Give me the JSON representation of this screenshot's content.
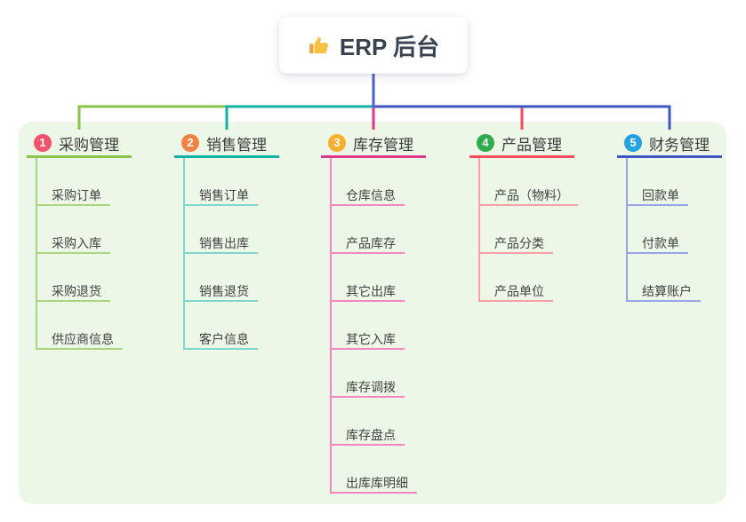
{
  "colors": {
    "page_bg": "#ffffff",
    "panel_bg": "#ecf7e8",
    "root_line": "#4d5ecd",
    "root_text": "#39424f",
    "node_text": "#424242",
    "thumb_main": "#f7c244",
    "thumb_cuff": "#e8a33d"
  },
  "root": {
    "icon": "thumbs-up-icon",
    "label": "ERP 后台"
  },
  "branches": [
    {
      "index": "1",
      "label": "采购管理",
      "badge_color": "#f1536e",
      "line_color": "#8bc34a",
      "child_line_color": "#a9d67e",
      "children": [
        "采购订单",
        "采购入库",
        "采购退货",
        "供应商信息"
      ]
    },
    {
      "index": "2",
      "label": "销售管理",
      "badge_color": "#f28344",
      "line_color": "#10b2a2",
      "child_line_color": "#7fd6cb",
      "children": [
        "销售订单",
        "销售出库",
        "销售退货",
        "客户信息"
      ]
    },
    {
      "index": "3",
      "label": "库存管理",
      "badge_color": "#f8b12e",
      "line_color": "#e0378c",
      "child_line_color": "#f287c1",
      "children": [
        "仓库信息",
        "产品库存",
        "其它出库",
        "其它入库",
        "库存调拨",
        "库存盘点",
        "出库库明细"
      ]
    },
    {
      "index": "4",
      "label": "产品管理",
      "badge_color": "#2fad4d",
      "line_color": "#f44a5e",
      "child_line_color": "#f8a0a6",
      "children": [
        "产品（物料）",
        "产品分类",
        "产品单位"
      ]
    },
    {
      "index": "5",
      "label": "财务管理",
      "badge_color": "#25a3e1",
      "line_color": "#4156c6",
      "child_line_color": "#96a5e6",
      "children": [
        "回款单",
        "付款单",
        "结算账户"
      ]
    }
  ]
}
